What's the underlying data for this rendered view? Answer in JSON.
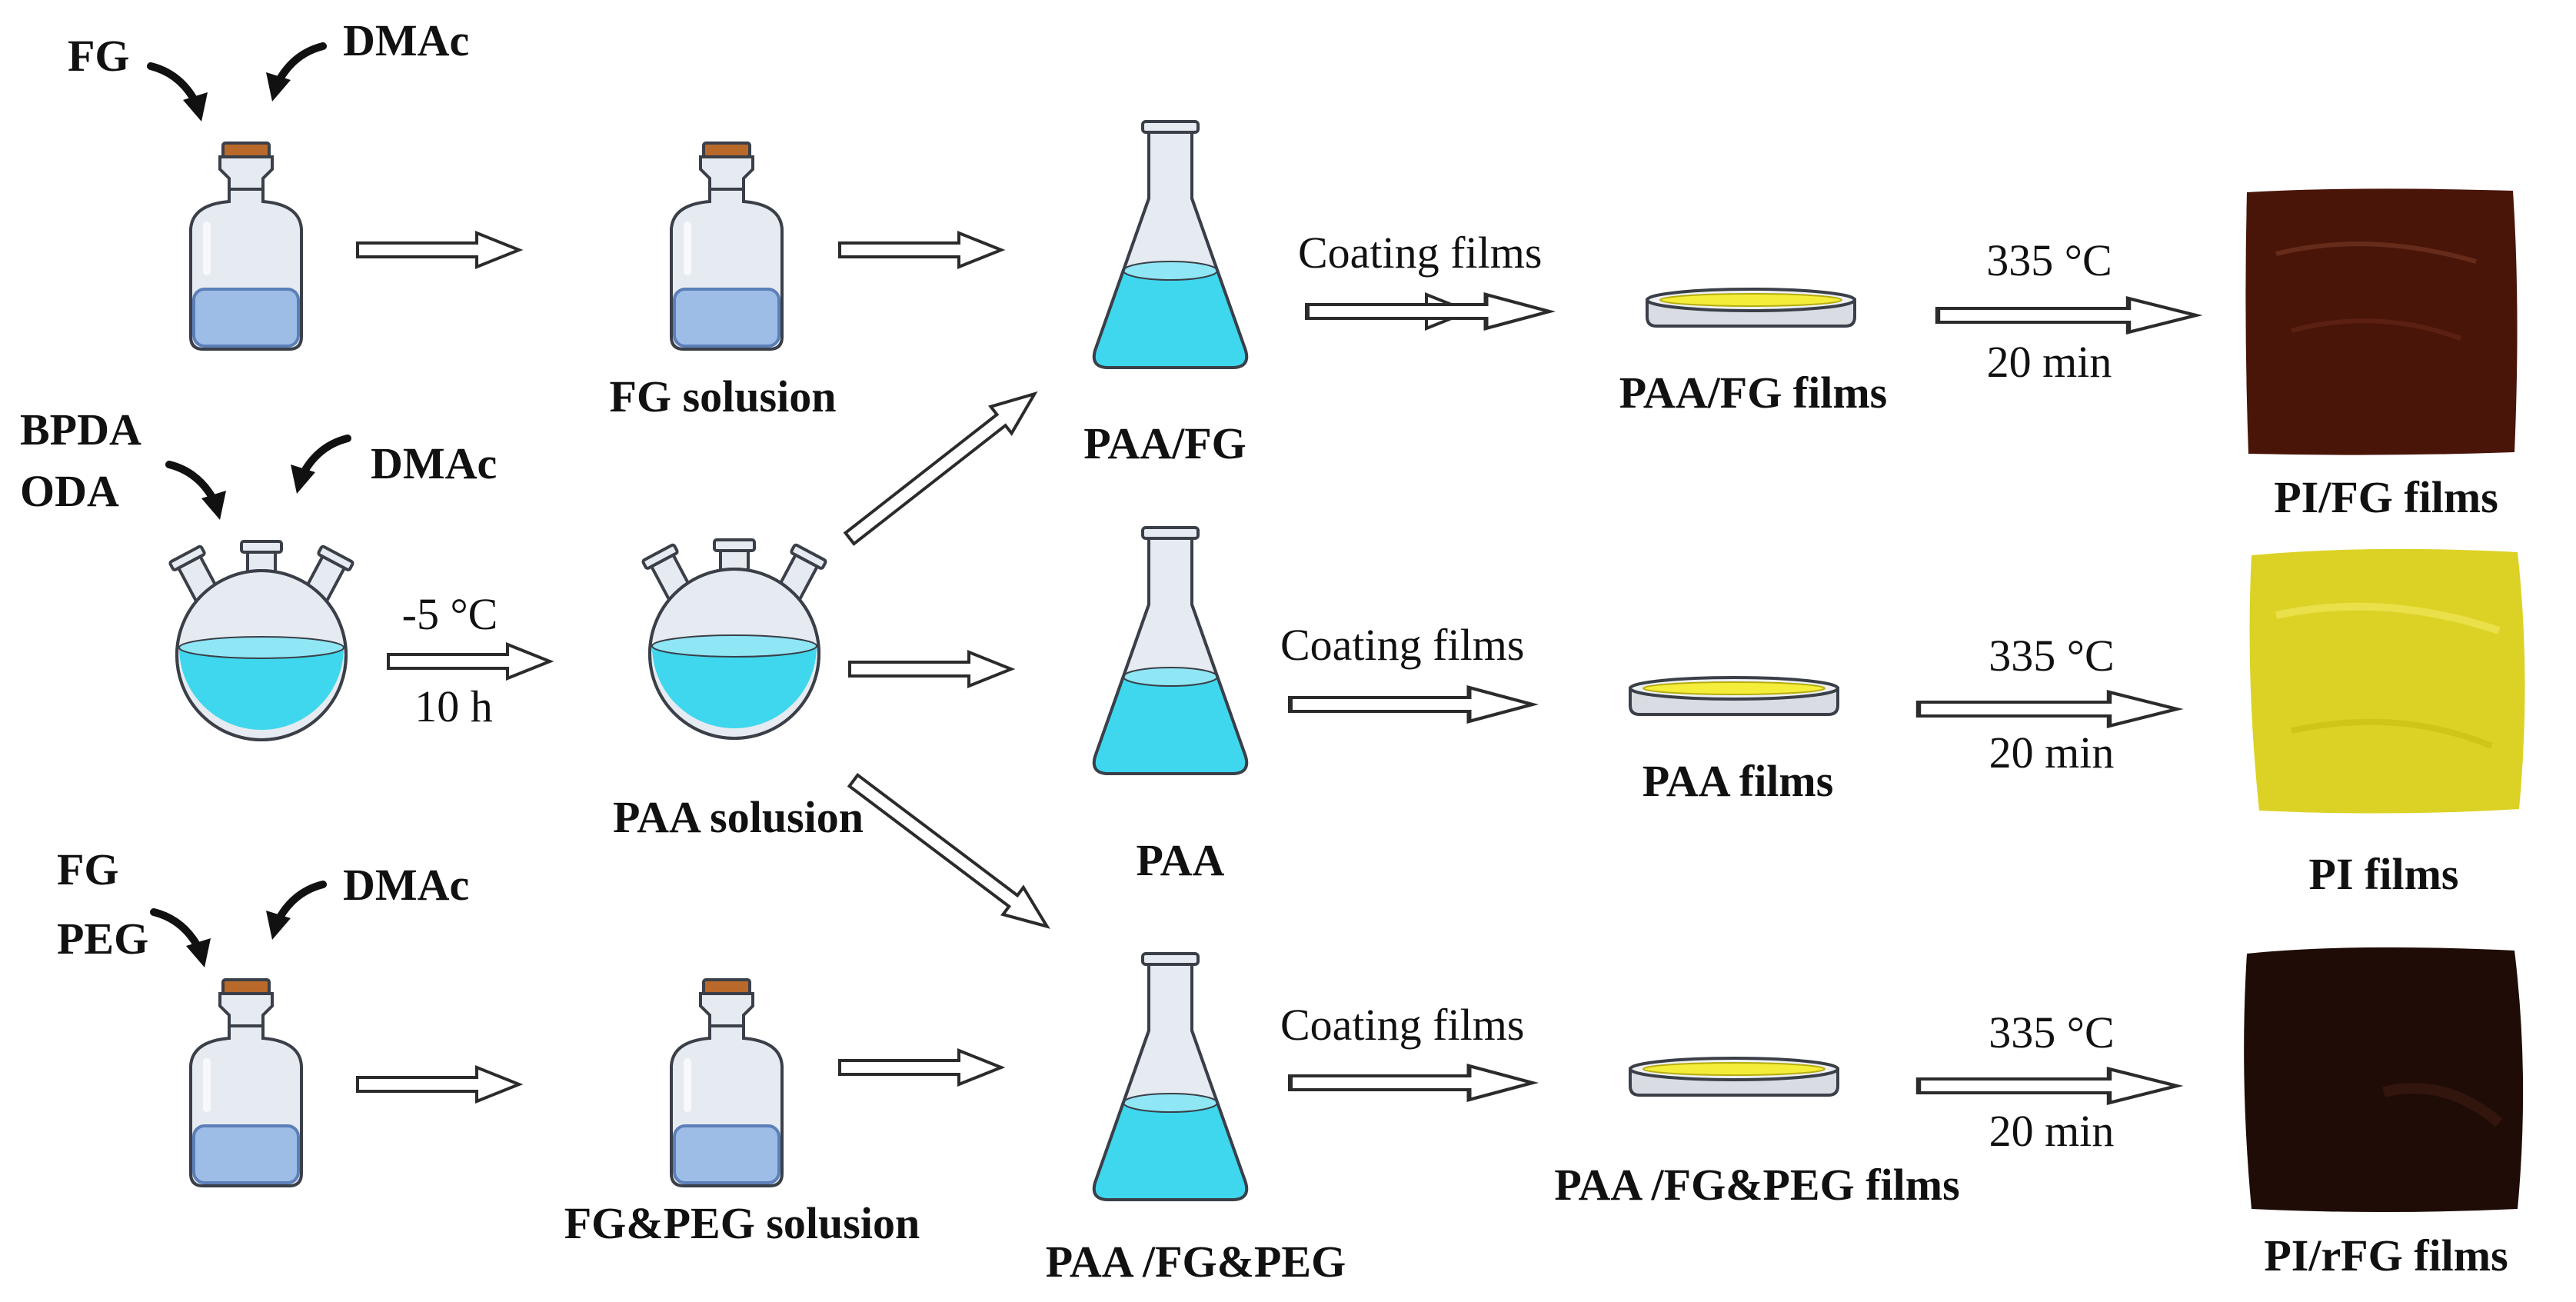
{
  "colors": {
    "liquid": "#3fd7ee",
    "liquid_top": "#8fe6f4",
    "bottle_liquid": "#9dbde6",
    "glass": "#e6ebf1",
    "glass_stroke": "#3a3f48",
    "cork": "#b9692a",
    "film_yellow": "#f4ee3a",
    "pi_fg_film": "#4a1509",
    "pi_film": "#dcd225",
    "pi_rfg_film": "#1f0c06"
  },
  "inputs": {
    "top_left": "FG",
    "top_right": "DMAc",
    "mid_left_1": "BPDA",
    "mid_left_2": "ODA",
    "mid_right": "DMAc",
    "bot_left_1": "FG",
    "bot_left_2": "PEG",
    "bot_right": "DMAc"
  },
  "solutions": {
    "fg": "FG solusion",
    "paa": "PAA solusion",
    "fg_peg": "FG&PEG solusion"
  },
  "condition": {
    "temp": "-5 °C",
    "time": "10 h"
  },
  "flasks": {
    "top": "PAA/FG",
    "mid": "PAA",
    "bot": "PAA /FG&PEG"
  },
  "coating": {
    "top": "Coating films",
    "mid": "Coating films",
    "bot": "Coating films"
  },
  "films": {
    "top": "PAA/FG films",
    "mid": "PAA films",
    "bot": "PAA /FG&PEG films"
  },
  "cure": {
    "top_temp": "335 °C",
    "top_time": "20 min",
    "mid_temp": "335 °C",
    "mid_time": "20 min",
    "bot_temp": "335 °C",
    "bot_time": "20 min"
  },
  "products": {
    "top": "PI/FG films",
    "mid": "PI films",
    "bot": "PI/rFG films"
  }
}
